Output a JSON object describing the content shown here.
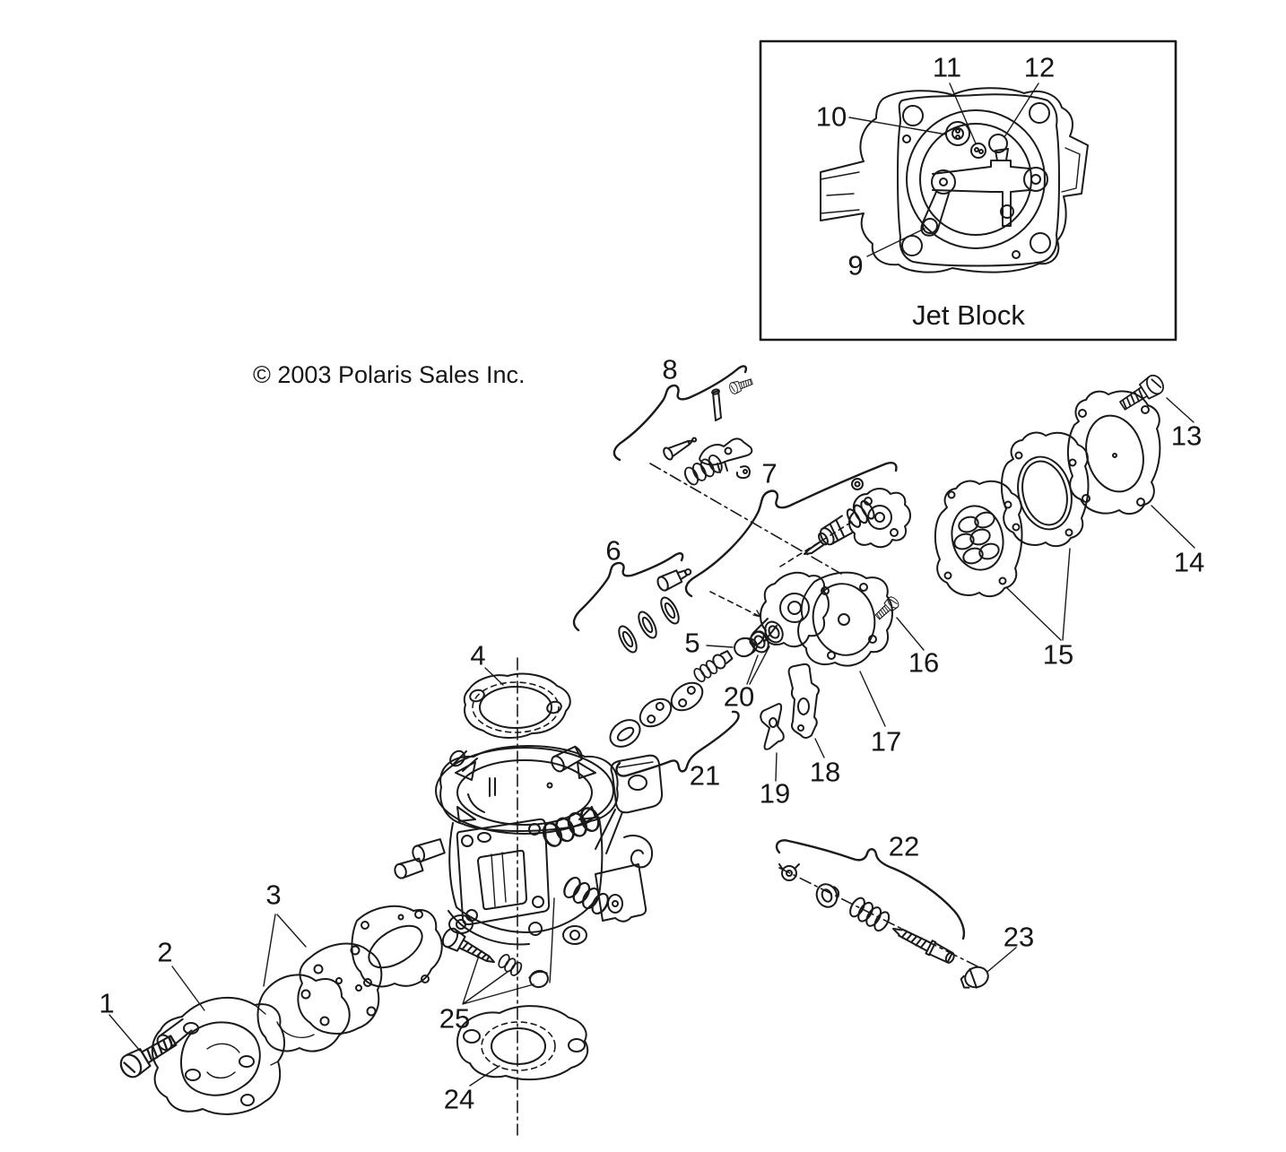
{
  "page": {
    "paper_color": "#ffffff",
    "ink_color": "#1a1a1a"
  },
  "copyright_notice": "© 2003 Polaris Sales Inc.",
  "inset": {
    "title": "Jet Block"
  },
  "callout_labels": [
    "1",
    "2",
    "3",
    "4",
    "5",
    "6",
    "7",
    "8",
    "9",
    "10",
    "11",
    "12",
    "13",
    "14",
    "15",
    "16",
    "17",
    "18",
    "19",
    "20",
    "21",
    "22",
    "23",
    "24",
    "25"
  ]
}
